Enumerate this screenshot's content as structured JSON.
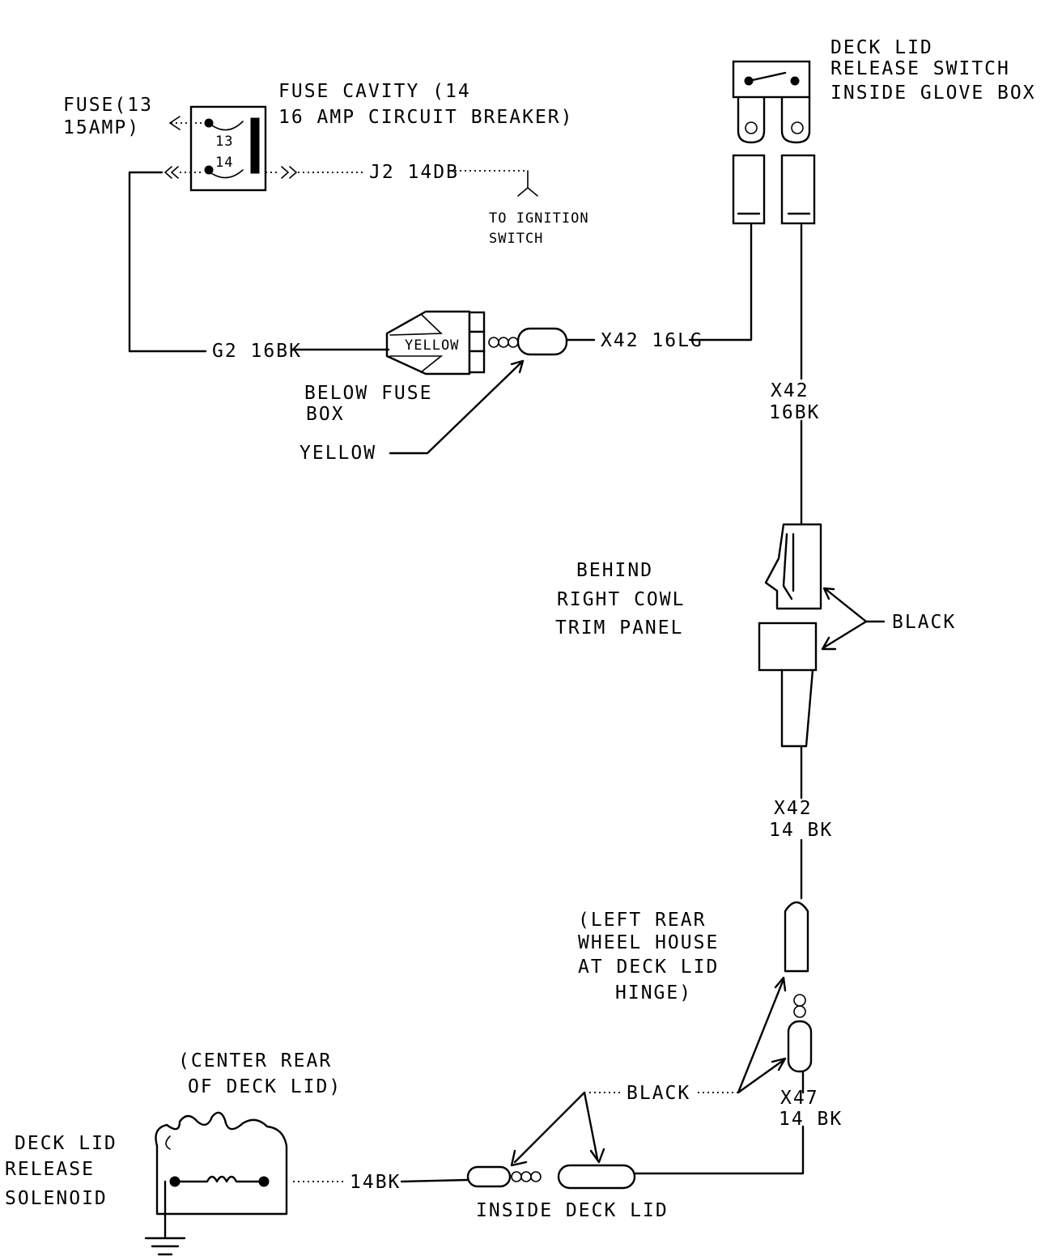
{
  "labels": {
    "fuse_13": [
      "FUSE(13",
      "15AMP)"
    ],
    "fuse_cavity": [
      "FUSE CAVITY (14",
      "16 AMP CIRCUIT BREAKER)"
    ],
    "fuse_num_13": "13",
    "fuse_num_14": "14",
    "wire_j2": "J2 14DB",
    "to_ignition": [
      "TO IGNITION",
      "SWITCH"
    ],
    "switch_title": [
      "DECK LID",
      "RELEASE SWITCH",
      "INSIDE GLOVE BOX"
    ],
    "wire_g2": "G2 16BK",
    "yellow_connector": "YELLOW",
    "below_fuse_box": [
      "BELOW FUSE",
      "BOX"
    ],
    "yellow_callout": "YELLOW",
    "wire_x42_lg": "X42 16LG",
    "wire_x42_16bk": [
      "X42",
      "16BK"
    ],
    "behind_cowl": [
      "BEHIND",
      "RIGHT COWL",
      "TRIM PANEL"
    ],
    "black_cowl": "BLACK",
    "wire_x42_14bk": [
      "X42",
      "14 BK"
    ],
    "left_rear": [
      "(LEFT REAR",
      "WHEEL HOUSE",
      "AT DECK LID",
      "HINGE)"
    ],
    "black_lower": "BLACK",
    "wire_x47": [
      "X47",
      "14 BK"
    ],
    "center_rear": [
      "(CENTER REAR",
      "OF DECK LID)"
    ],
    "solenoid_title": [
      "DECK LID",
      "RELEASE",
      "SOLENOID"
    ],
    "wire_14bk": "14BK",
    "inside_deck_lid": "INSIDE DECK LID"
  }
}
